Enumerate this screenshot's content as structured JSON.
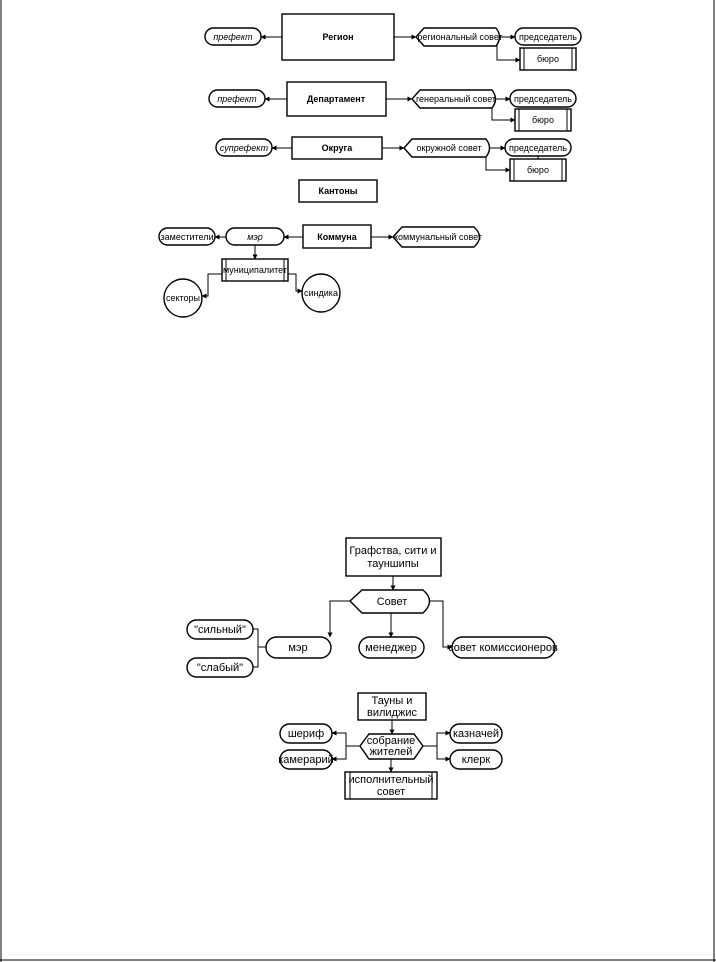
{
  "diagram1": {
    "region": {
      "prefect": "префект",
      "main": "Регион",
      "council": "региональный совет",
      "chairman": "председатель",
      "bureau": "бюро"
    },
    "department": {
      "prefect": "префект",
      "main": "Департамент",
      "council": "генеральный совет",
      "chairman": "председатель",
      "bureau": "бюро"
    },
    "okrug": {
      "prefect": "супрефект",
      "main": "Округа",
      "council": "окружной совет",
      "chairman": "председатель",
      "bureau": "бюро"
    },
    "cantons": "Кантоны",
    "commune": {
      "deputies": "заместители",
      "mayor": "мэр",
      "main": "Коммуна",
      "council": "коммунальный совет",
      "municipality": "муниципалитет",
      "sectors": "секторы",
      "syndic": "синдика"
    }
  },
  "diagram2": {
    "counties": [
      "Графства, сити и",
      "тауншипы"
    ],
    "council": "Совет",
    "strong": "\"сильный\"",
    "weak": "\"слабый\"",
    "mayor": "мэр",
    "manager": "менеджер",
    "commissioners": "совет комиссионеров"
  },
  "diagram3": {
    "towns": [
      "Тауны и",
      "вилиджис"
    ],
    "assembly": [
      "собрание",
      "жителей"
    ],
    "sheriff": "шериф",
    "chamberlain": "камерарий",
    "treasurer": "казначей",
    "clerk": "клерк",
    "executive": [
      "исполнительный",
      "совет"
    ]
  }
}
